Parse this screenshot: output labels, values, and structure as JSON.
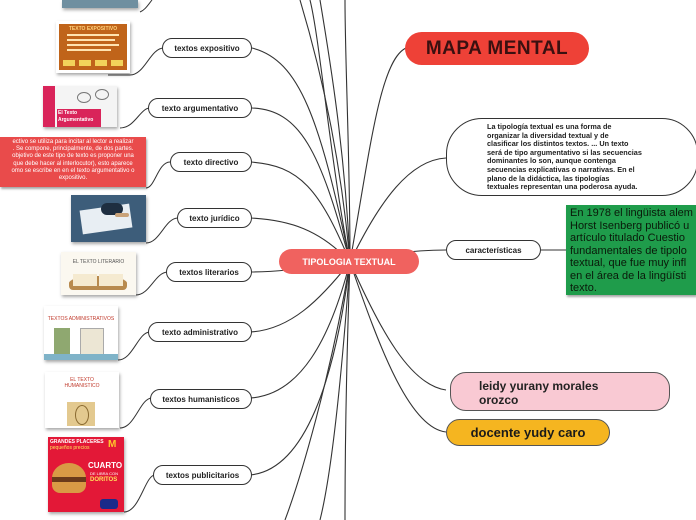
{
  "center": {
    "label": "TIPOLOGIA TEXTUAL"
  },
  "mapa": {
    "label": "MAPA MENTAL"
  },
  "definicion": {
    "lines": [
      "La tipología textual es una forma de",
      "organizar la diversidad textual y de",
      "clasificar los distintos textos. ... Un texto",
      "será de tipo argumentativo si las secuencias",
      "dominantes lo son, aunque contenga",
      "secuencias explicativas o narrativas. En el",
      "plano de la didáctica, las tipologías",
      "textuales representan una poderosa ayuda."
    ]
  },
  "caracteristicas": {
    "label": "características",
    "note": [
      "En 1978 el lingüista alem",
      "Horst Isenberg publicó u",
      "artículo titulado Cuestio",
      "fundamentales de tipolo",
      "textual, que fue muy infl",
      "en el área de la lingüísti",
      "texto."
    ]
  },
  "autor": {
    "label_line1": "leidy yurany morales",
    "label_line2": "orozco"
  },
  "docente": {
    "label": "docente yudy caro"
  },
  "branches": {
    "expositivo": {
      "label": "textos expositivo",
      "thumb_title": "TEXTO EXPOSITIVO"
    },
    "argumentativo": {
      "label": "texto argumentativo",
      "thumb_title_1": "El Texto",
      "thumb_title_2": "Argumentativo"
    },
    "directivo": {
      "label": "texto directivo",
      "note": [
        "ectivo se utiliza para incitar al lector a realizar",
        ". Se compone, principalmente, de dos partes.",
        "objetivo de este tipo de texto es proponer una",
        "que debe hacer al interlocutor), esto aparece",
        "omo se escribe en en el texto argumentativo o",
        "expositivo."
      ]
    },
    "juridico": {
      "label": "texto jurídico"
    },
    "literarios": {
      "label": "textos literarios",
      "thumb_title": "EL TEXTO LITERARIO"
    },
    "administrativo": {
      "label": "texto administrativo",
      "thumb_title": "TEXTOS ADMINISTRATIVOS"
    },
    "humanisticos": {
      "label": "textos humanisticos",
      "thumb_title_1": "EL TEXTO",
      "thumb_title_2": "HUMANISTICO"
    },
    "publicitarios": {
      "label": "textos publicitarios",
      "ad_line1": "GRANDES PLACERES",
      "ad_line2": "pequeños precios",
      "ad_line3": "CUARTO",
      "ad_line4": "DE LIBRA CON",
      "ad_line5": "DORITOS"
    }
  },
  "colors": {
    "center": "#f0625f",
    "mapa": "#ee4137",
    "green_note": "#1f9c4b",
    "pink": "#f9c9d3",
    "gold": "#f5b520",
    "red_note": "#e94b4b"
  }
}
